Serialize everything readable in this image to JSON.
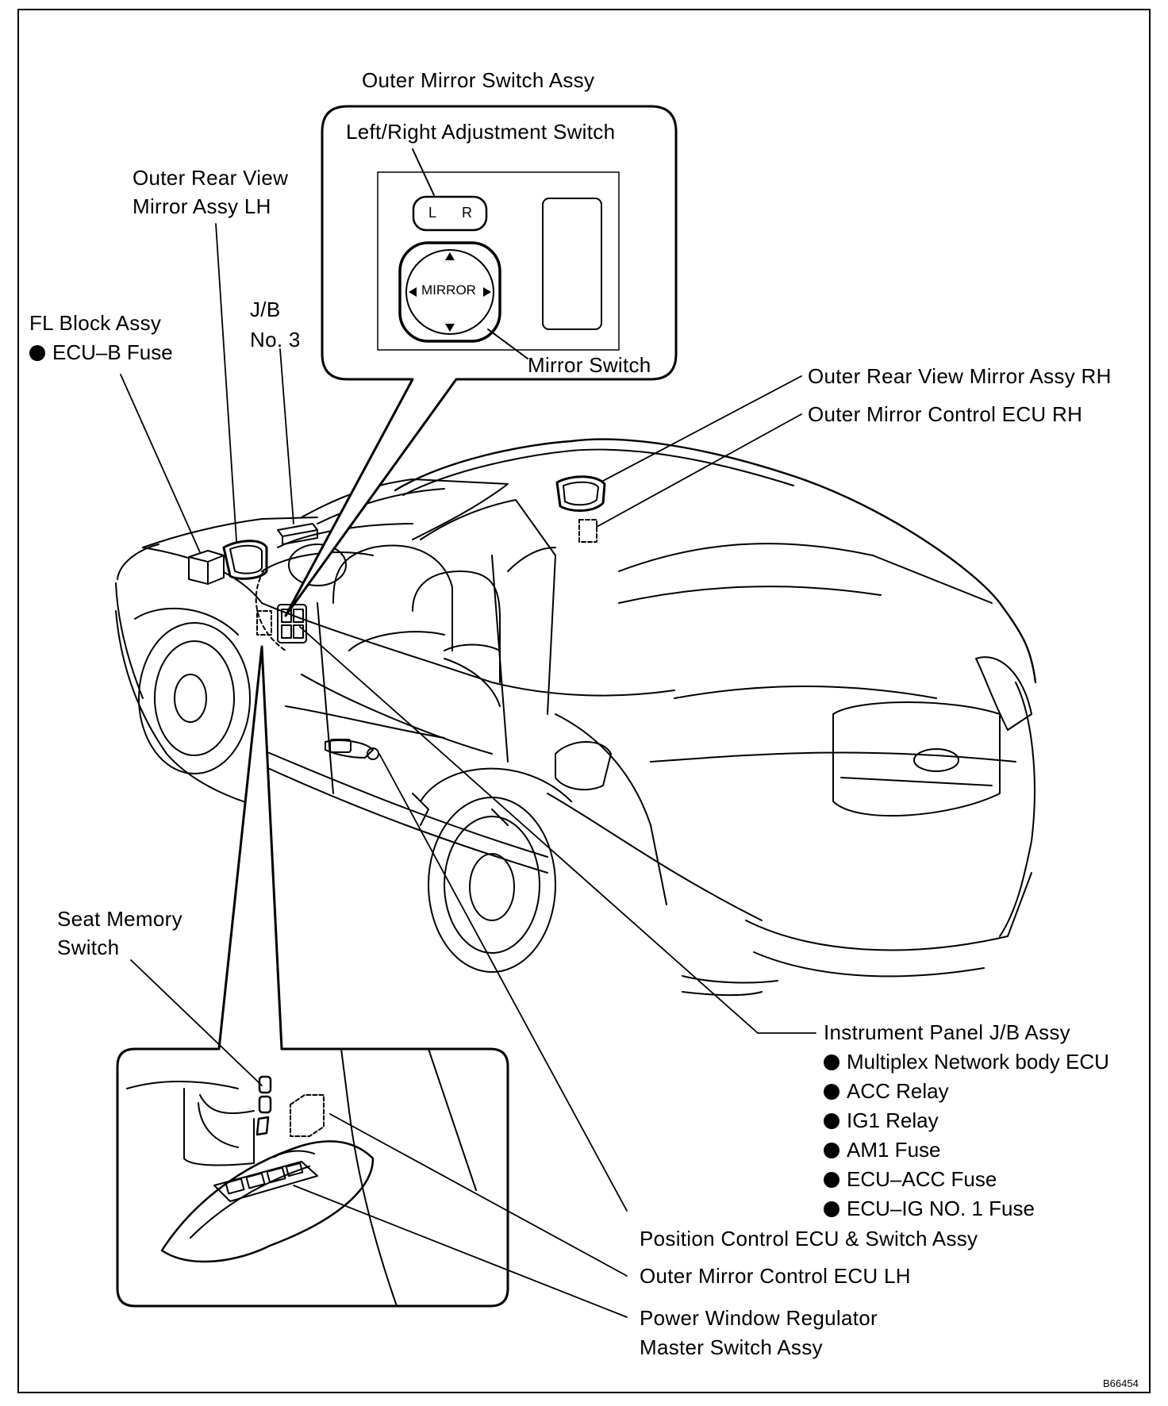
{
  "labels": {
    "outer_mirror_switch_assy": "Outer Mirror Switch Assy",
    "left_right_adjustment_switch": "Left/Right Adjustment Switch",
    "mirror_switch": "Mirror Switch",
    "switch_l": "L",
    "switch_r": "R",
    "switch_mirror": "MIRROR",
    "outer_rear_view_mirror_lh_line1": "Outer Rear View",
    "outer_rear_view_mirror_lh_line2": "Mirror Assy LH",
    "jb_no3_line1": "J/B",
    "jb_no3_line2": "No. 3",
    "fl_block_assy": "FL Block Assy",
    "ecu_b_fuse": "ECU–B Fuse",
    "outer_rear_view_mirror_rh": "Outer Rear View Mirror Assy RH",
    "outer_mirror_control_ecu_rh": "Outer Mirror Control ECU RH",
    "seat_memory_switch_line1": "Seat  Memory",
    "seat_memory_switch_line2": "Switch",
    "instrument_panel_jb_assy": "Instrument Panel J/B Assy",
    "position_control_ecu": "Position Control ECU & Switch Assy",
    "outer_mirror_control_ecu_lh": "Outer Mirror Control ECU LH",
    "power_window_line1": "Power Window Regulator",
    "power_window_line2": "Master Switch Assy",
    "figure_code": "B66454"
  },
  "instrument_panel_items": [
    "Multiplex Network body ECU",
    "ACC Relay",
    "IG1 Relay",
    "AM1 Fuse",
    "ECU–ACC Fuse",
    "ECU–IG NO. 1 Fuse"
  ]
}
